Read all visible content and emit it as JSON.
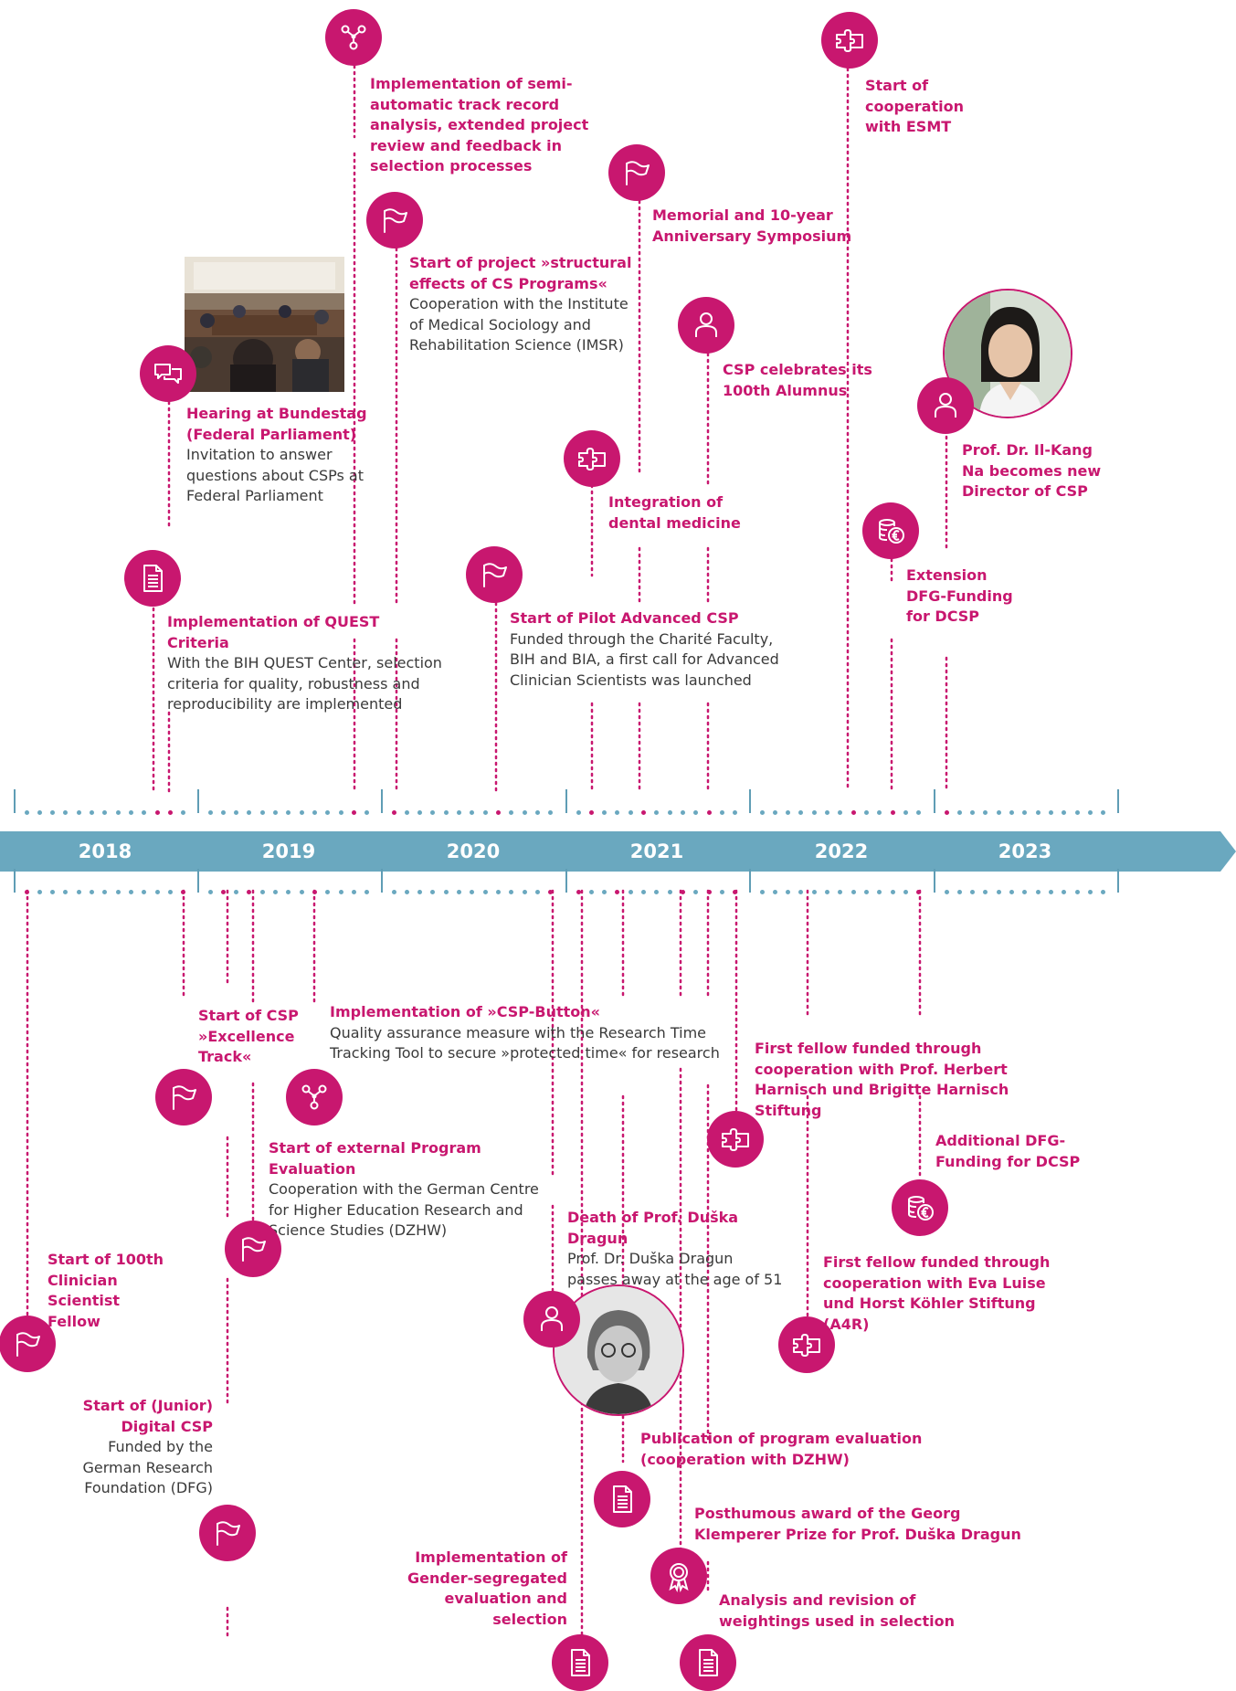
{
  "years": [
    "2018",
    "2019",
    "2020",
    "2021",
    "2022",
    "2023"
  ],
  "colors": {
    "accent": "#c8176f",
    "timeline": "#6aa8bf",
    "text": "#3a3a3a"
  },
  "events": [
    {
      "id": "e1",
      "title": "Implementation of semi-automatic track record analysis, extended project review and feedback in selection processes",
      "desc": "",
      "icon": "network-icon"
    },
    {
      "id": "e2",
      "title": "Start of project »structural effects of CS Programs«",
      "desc": "Cooperation with the Institute of Medical Sociology and Rehabilitation Science (IMSR)",
      "icon": "flag-icon"
    },
    {
      "id": "e3",
      "title": "Hearing at Bundestag (Federal Parliament)",
      "desc": "Invitation to answer questions about CSPs at Federal Parliament",
      "icon": "speech-bubbles-icon"
    },
    {
      "id": "e4",
      "title": "Implementation of QUEST Criteria",
      "desc": "With the BIH QUEST Center, selection criteria for quality, robustness and reproducibility are implemented",
      "icon": "document-icon"
    },
    {
      "id": "e5",
      "title": "Memorial and 10-year Anniversary Symposium",
      "desc": "",
      "icon": "flag-icon"
    },
    {
      "id": "e6",
      "title": "CSP celebrates its 100th Alumnus",
      "desc": "",
      "icon": "person-icon"
    },
    {
      "id": "e7",
      "title": "Integration of dental medicine",
      "desc": "",
      "icon": "puzzle-icon"
    },
    {
      "id": "e8",
      "title": "Start of Pilot Advanced CSP",
      "desc": "Funded through the Charité Faculty, BIH and BIA, a first call for Advanced Clinician Scientists was launched",
      "icon": "flag-icon"
    },
    {
      "id": "e9",
      "title": "Start of cooperation with ESMT",
      "desc": "",
      "icon": "puzzle-icon"
    },
    {
      "id": "e10",
      "title": "Prof. Dr. Il-Kang Na becomes new Director of CSP",
      "desc": "",
      "icon": "person-icon"
    },
    {
      "id": "e11",
      "title": "Extension DFG-Funding for DCSP",
      "desc": "",
      "icon": "euro-coins-icon"
    },
    {
      "id": "e12",
      "title": "Start of CSP »Excellence Track«",
      "desc": "",
      "icon": "flag-icon"
    },
    {
      "id": "e13",
      "title": "Implementation of »CSP-Button«",
      "desc": "Quality assurance measure with the Research Time Tracking Tool to secure »protected time« for research",
      "icon": "network-icon"
    },
    {
      "id": "e14",
      "title": "Start of external Program Evaluation",
      "desc": "Cooperation with the German Centre for Higher Education Research and Science Studies (DZHW)",
      "icon": "flag-icon"
    },
    {
      "id": "e15",
      "title": "Start of 100th Clinician Scientist Fellow",
      "desc": "",
      "icon": "flag-icon"
    },
    {
      "id": "e16",
      "title": "Start of (Junior) Digital CSP",
      "desc": "Funded by the German Research Foundation (DFG)",
      "icon": "flag-icon"
    },
    {
      "id": "e17",
      "title": "Death of Prof. Duška Dragun",
      "desc": "Prof. Dr. Duška Dragun passes away at the age of 51",
      "icon": "person-icon"
    },
    {
      "id": "e18",
      "title": "First fellow funded through cooperation with Prof. Herbert Harnisch und Brigitte Harnisch Stiftung",
      "desc": "",
      "icon": "puzzle-icon"
    },
    {
      "id": "e19",
      "title": "Additional DFG-Funding for DCSP",
      "desc": "",
      "icon": "euro-coins-icon"
    },
    {
      "id": "e20",
      "title": "First fellow funded through cooperation with Eva Luise und Horst Köhler Stiftung (A4R)",
      "desc": "",
      "icon": "puzzle-icon"
    },
    {
      "id": "e21",
      "title": "Publication of program evaluation (cooperation with DZHW)",
      "desc": "",
      "icon": "document-icon"
    },
    {
      "id": "e22",
      "title": "Posthumous award of the Georg Klemperer Prize for Prof. Duška Dragun",
      "desc": "",
      "icon": "award-icon"
    },
    {
      "id": "e23",
      "title": "Implementation of Gender-segregated evaluation and selection",
      "desc": "",
      "icon": "document-icon"
    },
    {
      "id": "e24",
      "title": "Analysis and revision of weightings used in selection",
      "desc": "",
      "icon": "document-icon"
    }
  ]
}
